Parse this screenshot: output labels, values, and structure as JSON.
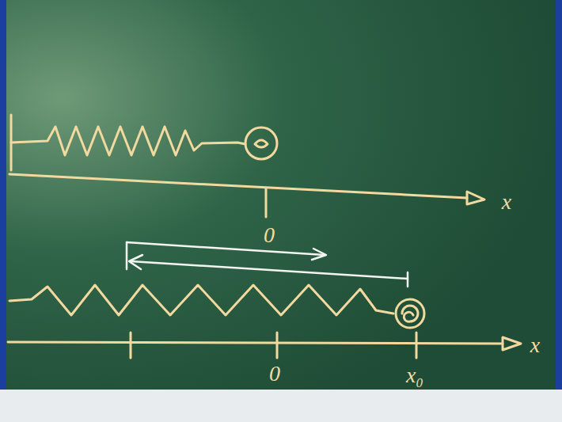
{
  "diagram": {
    "labels": [
      "x",
      "0",
      "x",
      "0",
      "x₀"
    ]
  }
}
